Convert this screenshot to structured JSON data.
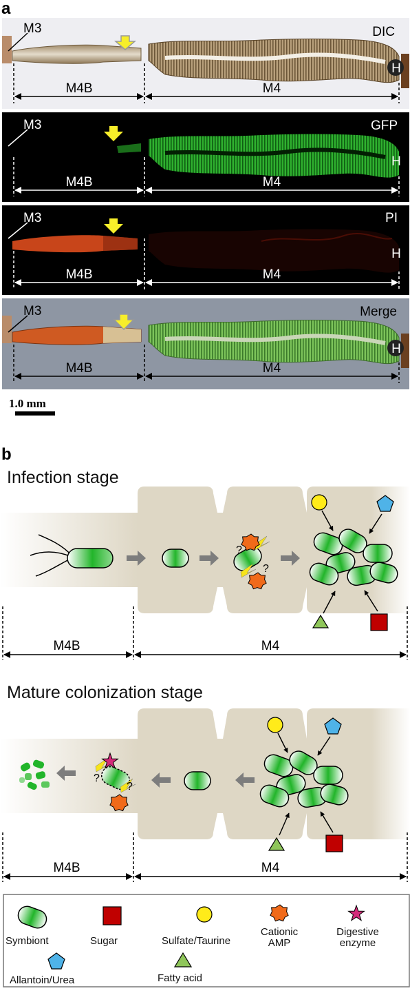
{
  "panel_a": {
    "letter": "a",
    "rows": [
      {
        "channel": "DIC",
        "m3": "M3",
        "h": "H",
        "m4b": "M4B",
        "m4": "M4"
      },
      {
        "channel": "GFP",
        "m3": "M3",
        "h": "H",
        "m4b": "M4B",
        "m4": "M4"
      },
      {
        "channel": "PI",
        "m3": "M3",
        "h": "H",
        "m4b": "M4B",
        "m4": "M4"
      },
      {
        "channel": "Merge",
        "m3": "M3",
        "h": "H",
        "m4b": "M4B",
        "m4": "M4"
      }
    ],
    "scale_bar": "1.0 mm"
  },
  "panel_b": {
    "letter": "b",
    "infection": {
      "title": "Infection stage",
      "m4b": "M4B",
      "m4": "M4"
    },
    "mature": {
      "title": "Mature colonization stage",
      "m4b": "M4B",
      "m4": "M4"
    },
    "question_mark": "?",
    "legend": {
      "symbiont": "Symbiont",
      "sugar": "Sugar",
      "sulfate": "Sulfate/Taurine",
      "cationic_1": "Cationic",
      "cationic_2": "AMP",
      "digestive_1": "Digestive",
      "digestive_2": "enzyme",
      "allantoin": "Allantoin/Urea",
      "fatty": "Fatty acid"
    }
  },
  "colors": {
    "gut_tissue": "#ded7c5",
    "gfp": "#2ea82e",
    "pi": "#c8451a",
    "arrow_gray": "#7d7d7d",
    "sugar": "#c00000",
    "sulfate": "#ffeb1a",
    "cationic": "#f06a1a",
    "digestive": "#d42a7a",
    "allantoin": "#4fb3e8",
    "fatty": "#8fc65a"
  }
}
